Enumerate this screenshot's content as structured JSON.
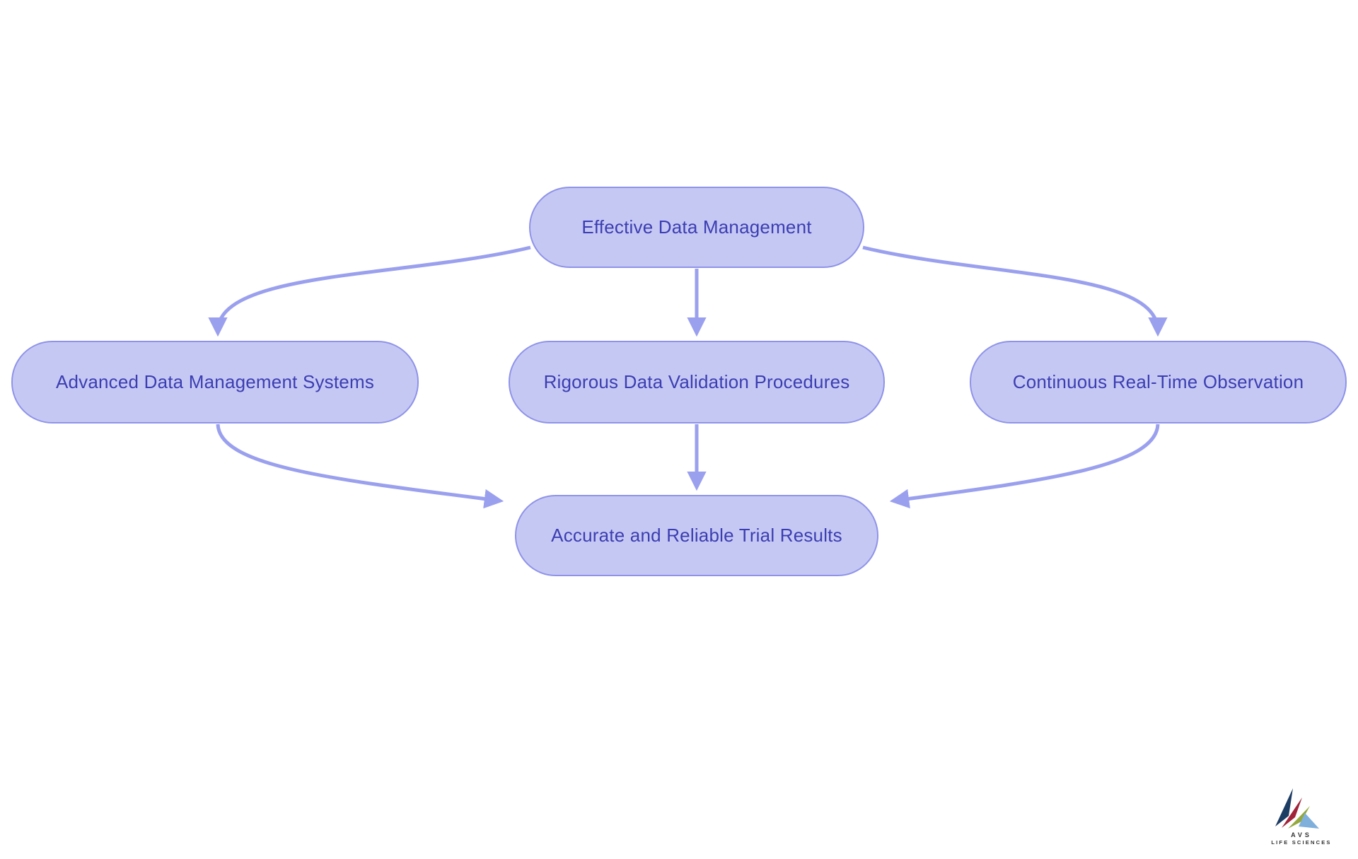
{
  "colors": {
    "node_fill": "#c6c8f4",
    "node_border": "#8e93e8",
    "node_text": "#3b3eb1",
    "arrow": "#9aa0ee",
    "logo_navy": "#1d3c63",
    "logo_maroon": "#a02339",
    "logo_olive": "#94a83d",
    "logo_blue": "#7fb0dc",
    "logo_text": "#333333"
  },
  "flowchart": {
    "nodes": {
      "top": {
        "label": "Effective Data Management"
      },
      "left": {
        "label": "Advanced Data Management Systems"
      },
      "middle": {
        "label": "Rigorous Data Validation Procedures"
      },
      "right": {
        "label": "Continuous Real-Time Observation"
      },
      "bottom": {
        "label": "Accurate and Reliable Trial Results"
      }
    },
    "edges": [
      {
        "from": "Effective Data Management",
        "to": "Advanced Data Management Systems"
      },
      {
        "from": "Effective Data Management",
        "to": "Rigorous Data Validation Procedures"
      },
      {
        "from": "Effective Data Management",
        "to": "Continuous Real-Time Observation"
      },
      {
        "from": "Advanced Data Management Systems",
        "to": "Accurate and Reliable Trial Results"
      },
      {
        "from": "Rigorous Data Validation Procedures",
        "to": "Accurate and Reliable Trial Results"
      },
      {
        "from": "Continuous Real-Time Observation",
        "to": "Accurate and Reliable Trial Results"
      }
    ]
  },
  "logo": {
    "company": "AVS",
    "tagline": "LIFE SCIENCES"
  }
}
